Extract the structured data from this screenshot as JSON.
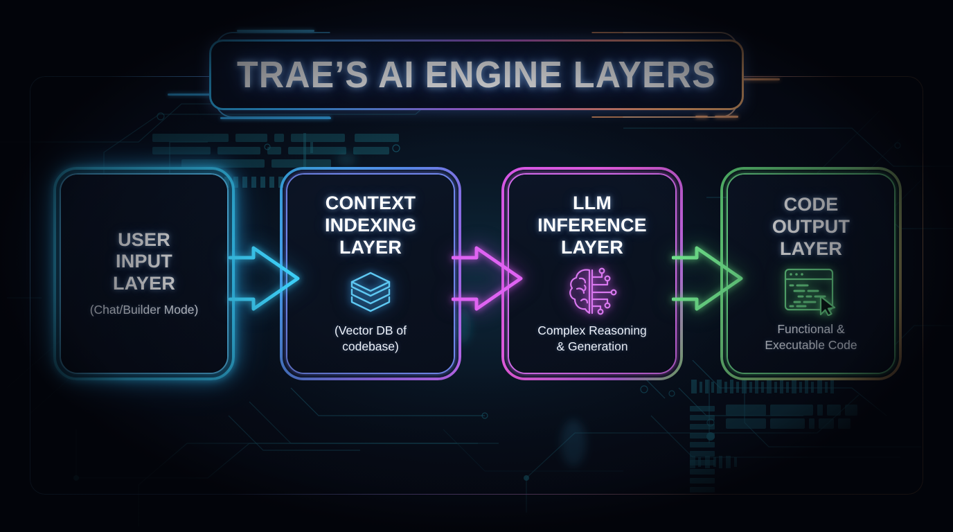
{
  "meta": {
    "background_color": "#05070f",
    "frame_color_start": "#4a9fd4",
    "frame_color_end": "#e2a263"
  },
  "header": {
    "title": "TRAE’S AI ENGINE LAYERS",
    "border_gradient": [
      "#2fb6ef",
      "#9a66dd",
      "#f3ad6e"
    ]
  },
  "flow": {
    "cards": [
      {
        "id": "user-input",
        "title_lines": [
          "USER",
          "INPUT",
          "LAYER"
        ],
        "subtitle_lines": [
          "(Chat/Builder Mode)"
        ],
        "icon": "none",
        "accent": "#37c8f5"
      },
      {
        "id": "context-indexing",
        "title_lines": [
          "CONTEXT",
          "INDEXING",
          "LAYER"
        ],
        "subtitle_lines": [
          "(Vector DB of",
          "codebase)"
        ],
        "icon": "layered-stack-icon",
        "accent": "#5b8ff0"
      },
      {
        "id": "llm-inference",
        "title_lines": [
          "LLM",
          "INFERENCE",
          "LAYER"
        ],
        "subtitle_lines": [
          "Complex Reasoning",
          "& Generation"
        ],
        "icon": "brain-circuit-icon",
        "accent": "#e45cf0"
      },
      {
        "id": "code-output",
        "title_lines": [
          "CODE",
          "OUTPUT",
          "LAYER"
        ],
        "subtitle_lines": [
          "Functional &",
          "Executable Code"
        ],
        "icon": "code-window-cursor-icon",
        "accent": "#64e07e"
      }
    ],
    "arrows": [
      {
        "id": "arrow-user-to-context",
        "icon": "arrow-right-icon",
        "color": "#3ccdf5"
      },
      {
        "id": "arrow-context-to-llm",
        "icon": "arrow-right-icon",
        "color": "#df63f2"
      },
      {
        "id": "arrow-llm-to-code",
        "icon": "arrow-right-icon",
        "color": "#6fe28b"
      }
    ]
  }
}
